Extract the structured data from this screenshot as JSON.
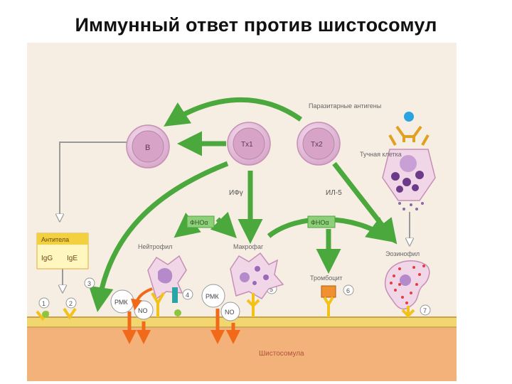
{
  "title": "Иммунный ответ против шистосомул",
  "cells": {
    "b_cell": "B",
    "th1": "Tx1",
    "th2": "Tx2",
    "mast_cell": "Тучная клетка",
    "neutrophil": "Нейтрофил",
    "macrophage": "Макрофаг",
    "platelet": "Тромбоцит",
    "eosinophil": "Эозинофил"
  },
  "labels": {
    "parasite_antigens": "Паразитарные антигены",
    "ifn_gamma": "ИФγ",
    "il5": "ИЛ-5",
    "tnf_left": "ФНОα",
    "tnf_right": "ФНОα",
    "antibodies_title": "Антитела",
    "igg": "IgG",
    "ige": "IgE",
    "pmk_left": "РМК",
    "pmk_right": "РМК",
    "no_left": "NO",
    "no_right": "NO",
    "schistosomula": "Шистосомула"
  },
  "steps": [
    "1",
    "2",
    "3",
    "4",
    "5",
    "6",
    "7"
  ],
  "colors": {
    "panel_bg": "#f6ede3",
    "lymphocyte": "#e6c3dc",
    "arrow_green": "#4aa83c",
    "antibody_yellow": "#ffe14a",
    "effector_orange": "#f06a1a",
    "membrane": "#f2d670",
    "tissue": "#f2b27a"
  }
}
